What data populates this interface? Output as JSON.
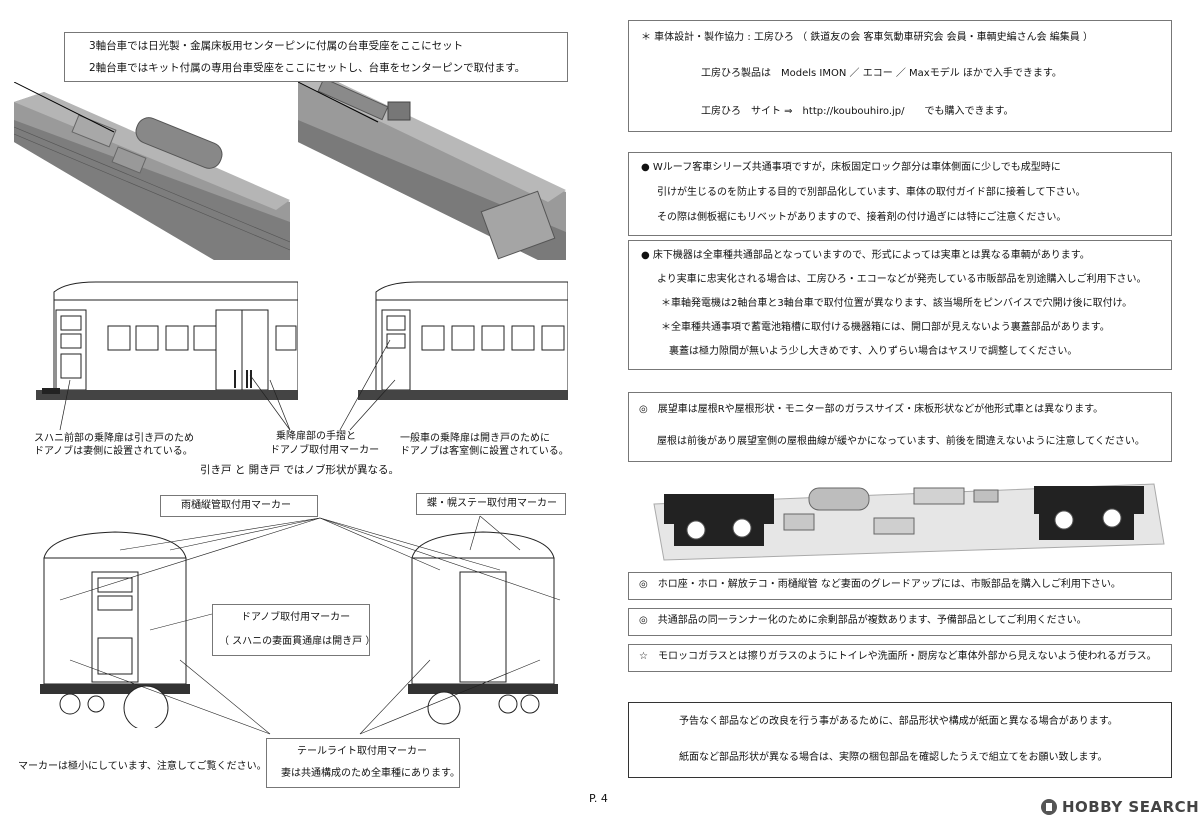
{
  "left": {
    "top_note": {
      "line1": "3軸台車では日光製・金属床板用センターピンに付属の台車受座をここにセット",
      "line2": "2軸台車ではキット付属の専用台車受座をここにセットし、台車をセンターピンで取付ます。"
    },
    "side_notes": {
      "sunahani_front": [
        "スハニ前部の乗降扉は引き戸のため",
        "ドアノブは妻側に設置されている。"
      ],
      "handrail_marker": [
        "乗降扉部の手摺と",
        "ドアノブ取付用マーカー"
      ],
      "general_car": [
        "一般車の乗降扉は開き戸のために",
        "ドアノブは客室側に設置されている。"
      ],
      "difference": "引き戸 と 開き戸 ではノブ形状が異なる。"
    },
    "end_notes": {
      "gutter_marker": "雨樋縦管取付用マーカー",
      "hinge_marker": "蝶・幌ステー取付用マーカー",
      "doorknob_marker": "ドアノブ取付用マーカー",
      "doorknob_sub": "（ スハニの妻面貫通扉は開き戸 ）",
      "taillight_marker": "テールライト取付用マーカー",
      "taillight_sub": "妻は共通構成のため全車種にあります。",
      "marker_small": "マーカーは極小にしています、注意してご覧ください。"
    }
  },
  "right": {
    "credit": {
      "line1": "＊ 車体設計・製作協力 : 工房ひろ （ 鉄道友の会 客車気動車研究会 会員・車輌史編さん会 編集員 ）",
      "line2": "工房ひろ製品は　Models IMON ／ エコー ／ Maxモデル ほかで入手できます。",
      "line3": "工房ひろ　サイト ⇒　http://koubouhiro.jp/　　でも購入できます。"
    },
    "w_roof": [
      "● Wルーフ客車シリーズ共通事項ですが，床板固定ロック部分は車体側面に少しでも成型時に",
      "引けが生じるのを防止する目的で別部品化しています、車体の取付ガイド部に接着して下さい。",
      "その際は側板裾にもリベットがありますので、接着剤の付け過ぎには特にご注意ください。"
    ],
    "underfloor": [
      "● 床下機器は全車種共通部品となっていますので、形式によっては実車とは異なる車輌があります。",
      "より実車に忠実化される場合は、工房ひろ・エコーなどが発売している市販部品を別途購入しご利用下さい。",
      "＊車軸発電機は2軸台車と3軸台車で取付位置が異なります、該当場所をピンバイスで穴開け後に取付け。",
      "＊全車種共通事項で蓄電池箱槽に取付ける機器箱には、開口部が見えないよう裏蓋部品があります。",
      "裏蓋は極力隙間が無いよう少し大きめです、入りずらい場合はヤスリで調整してください。"
    ],
    "observation": [
      "◎　展望車は屋根Rや屋根形状・モニター部のガラスサイズ・床板形状などが他形式車とは異なります。",
      "屋根は前後があり展望室側の屋根曲線が緩やかになっています、前後を間違えないように注意してください。"
    ],
    "notes": [
      "◎　ホロ座・ホロ・解放テコ・雨樋縦管 など妻面のグレードアップには、市販部品を購入しご利用下さい。",
      "◎　共通部品の同一ランナー化のために余剰部品が複数あります、予備部品としてご利用ください。",
      "☆　モロッコガラスとは擦りガラスのようにトイレや洗面所・厨房など車体外部から見えないよう使われるガラス。"
    ],
    "disclaimer": [
      "予告なく部品などの改良を行う事があるために、部品形状や構成が紙面と異なる場合があります。",
      "紙面など部品形状が異なる場合は、実際の梱包部品を確認したうえで組立てをお願い致します。"
    ]
  },
  "footer": {
    "page": "P. 4",
    "logo": "HOBBY SEARCH"
  }
}
